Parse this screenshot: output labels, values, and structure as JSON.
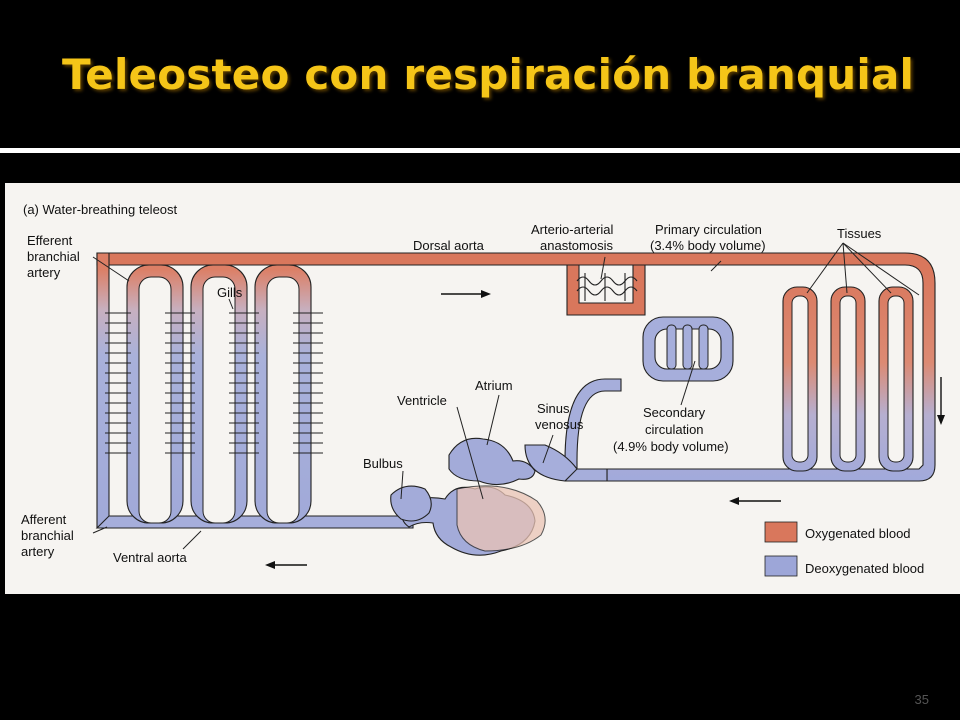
{
  "slide": {
    "title": "Teleosteo con respiración branquial",
    "number": "35"
  },
  "diagram": {
    "panel_label": "(a) Water-breathing teleost",
    "labels": {
      "efferent": [
        "Efferent",
        "branchial",
        "artery"
      ],
      "gills": "Gills",
      "dorsal_aorta": "Dorsal aorta",
      "anastomosis": [
        "Arterio-arterial",
        "anastomosis"
      ],
      "primary": [
        "Primary circulation",
        "(3.4% body volume)"
      ],
      "tissues": "Tissues",
      "atrium": "Atrium",
      "ventricle": "Ventricle",
      "sinus": [
        "Sinus",
        "venosus"
      ],
      "secondary": [
        "Secondary",
        "circulation",
        "(4.9% body volume)"
      ],
      "bulbus": "Bulbus",
      "afferent": [
        "Afferent",
        "branchial",
        "artery"
      ],
      "ventral_aorta": "Ventral aorta"
    },
    "legend": [
      {
        "label": "Oxygenated blood",
        "color": "#d9775c"
      },
      {
        "label": "Deoxygenated blood",
        "color": "#9da6d8"
      }
    ]
  }
}
